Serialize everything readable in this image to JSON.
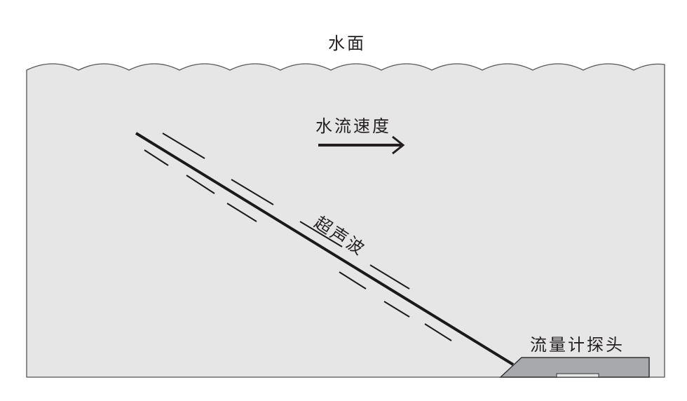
{
  "labels": {
    "water_surface": "水面",
    "flow_velocity": "水流速度",
    "ultrasound": "超声波",
    "flowmeter_probe": "流量计探头"
  },
  "colors": {
    "water": "#e6e6e6",
    "outline": "#555555",
    "beam": "#1a1a1a",
    "probe": "#a7a9ac",
    "text": "#231f20"
  }
}
